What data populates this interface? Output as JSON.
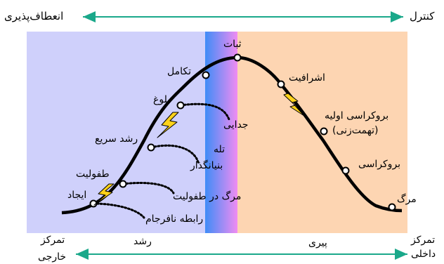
{
  "colors": {
    "growth_bg": "#cfd0fb",
    "aging_bg": "#fdd5b2",
    "band_left": "#3f8cf7",
    "band_right": "#f08cf2",
    "arrow": "#1aa88a",
    "curve": "#000000",
    "lightning": "#ffd21a"
  },
  "top_axis": {
    "left_label": "انعطاف‌پذیری",
    "right_label": "کنترل"
  },
  "bottom_axis": {
    "left_label_line1": "تمرکز",
    "left_label_line2": "خارجی",
    "right_label_line1": "تمرکز",
    "right_label_line2": "داخلی"
  },
  "phases": {
    "growth": "رشد",
    "aging": "پیری"
  },
  "stages": {
    "courtship": "ایجاد",
    "infancy": "طفولیت",
    "go_go": "رشد سریع",
    "adolescence": "بلوغ",
    "prime": "تکامل",
    "stable": "ثبات",
    "aristocracy": "اشرافیت",
    "early_bureaucracy_line1": "بروکراسی اولیه",
    "early_bureaucracy_line2": "(تهمت‌زنی)",
    "bureaucracy": "بروکراسی",
    "death": "مرگ"
  },
  "traps": {
    "affair": "رابطه نافرجام",
    "infant_mortality": "مرگ در طفولیت",
    "founder_trap_line1": "تله",
    "founder_trap_line2": "بنیانگذار",
    "divorce": "جدایی"
  }
}
